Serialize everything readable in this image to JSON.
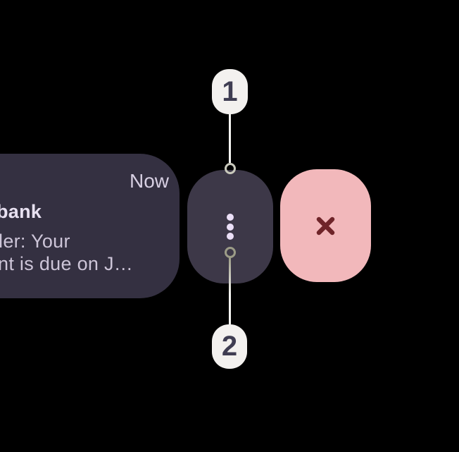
{
  "background_color": "#000000",
  "notification": {
    "timestamp": "Now",
    "title_fragment": "bank",
    "body_line1": "der: Your",
    "body_line2": "nt is due on J…",
    "card_color": "#343041",
    "title_color": "#e8e1f1",
    "body_color": "#cdc5d8",
    "timestamp_color": "#d7cfe2"
  },
  "actions": {
    "menu": {
      "icon": "overflow-menu-icon",
      "background": "#3d3848",
      "dot_color": "#ece0f8"
    },
    "dismiss": {
      "icon": "close-icon",
      "background": "#f2b8bb",
      "icon_color": "#6f2429"
    }
  },
  "callouts": [
    {
      "label": "1",
      "badge_color": "#f3f1ef",
      "text_color": "#3f3d52",
      "connector_color": "#f5f5f2",
      "anchor_ring_color": "#c9c9bc",
      "points_to": "menu-button-top-edge"
    },
    {
      "label": "2",
      "badge_color": "#f3f1ef",
      "text_color": "#3f3d52",
      "connector_color": "#9c9c87",
      "anchor_ring_color": "#9c9c87",
      "points_to": "menu-button-bottom-area"
    }
  ]
}
